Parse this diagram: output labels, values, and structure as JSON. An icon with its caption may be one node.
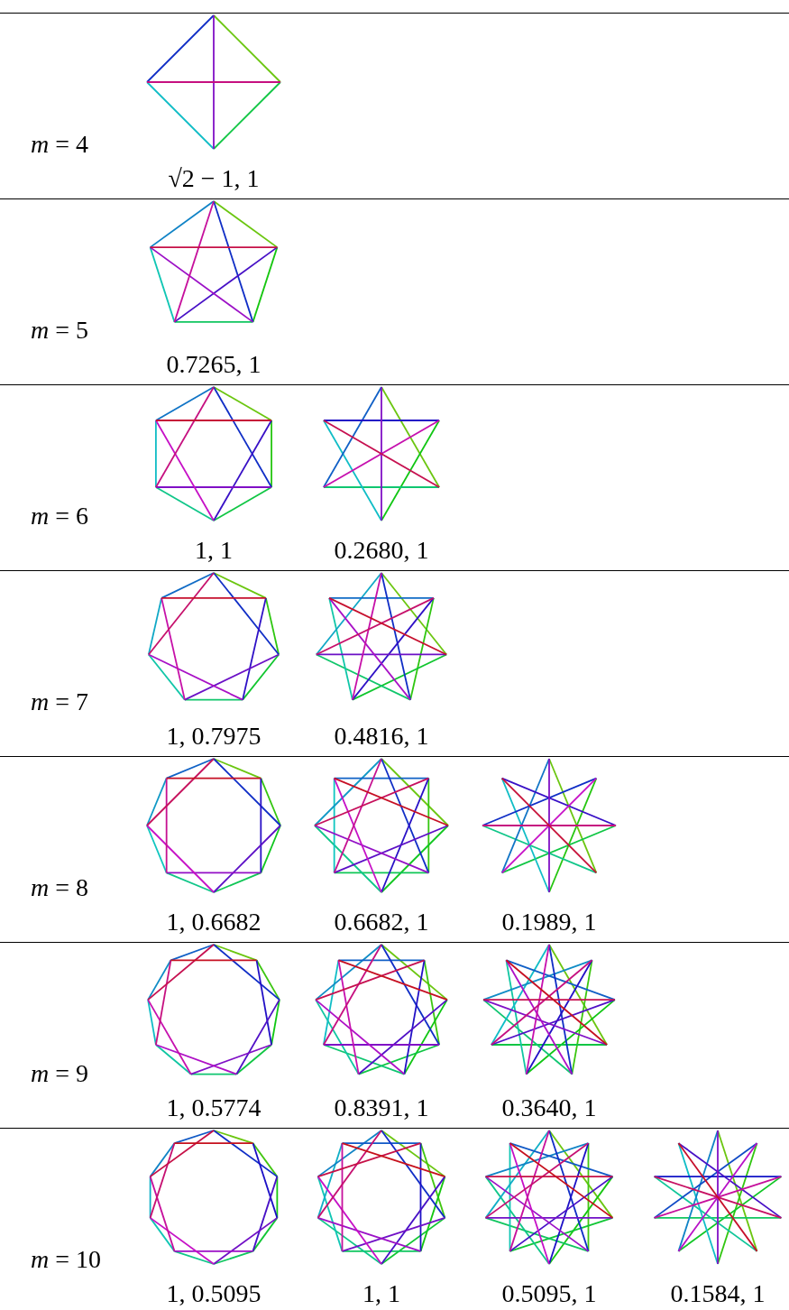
{
  "diagram": {
    "labels": [
      "*m* = 4",
      "√2 − 1, 1",
      "*m* = 5",
      "0.7265, 1",
      "*m* = 6",
      "1, 1",
      "0.2680, 1",
      "*m* = 7",
      "1, 0.7975",
      "0.4816, 1",
      "*m* = 8",
      "1, 0.6682",
      "0.6682, 1",
      "0.1989, 1",
      "*m* = 9",
      "1, 0.5774",
      "0.8391, 1",
      "0.3640, 1",
      "*m* = 10",
      "1, 0.5095",
      "1, 1",
      "0.5095, 1",
      "0.1584, 1"
    ]
  }
}
